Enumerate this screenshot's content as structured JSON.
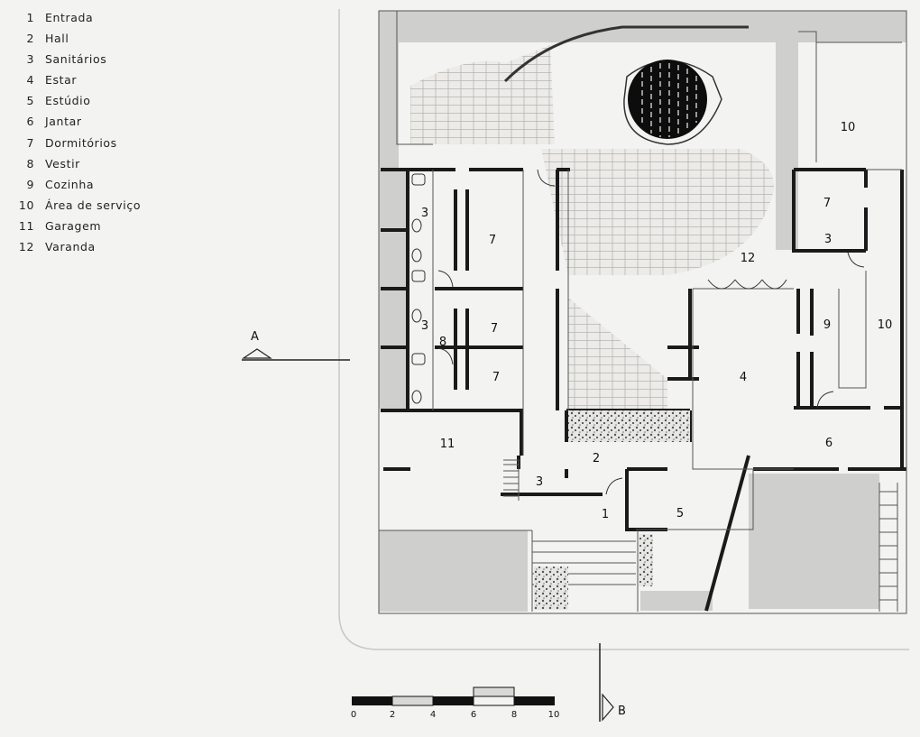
{
  "legend": [
    {
      "num": "1",
      "label": "Entrada"
    },
    {
      "num": "2",
      "label": "Hall"
    },
    {
      "num": "3",
      "label": "Sanitários"
    },
    {
      "num": "4",
      "label": "Estar"
    },
    {
      "num": "5",
      "label": "Estúdio"
    },
    {
      "num": "6",
      "label": "Jantar"
    },
    {
      "num": "7",
      "label": "Dormitórios"
    },
    {
      "num": "8",
      "label": "Vestir"
    },
    {
      "num": "9",
      "label": "Cozinha"
    },
    {
      "num": "10",
      "label": "Área de serviço"
    },
    {
      "num": "11",
      "label": "Garagem"
    },
    {
      "num": "12",
      "label": "Varanda"
    }
  ],
  "plan": {
    "rooms": {
      "entrada": "1",
      "hall": "2",
      "sanitario_bedrooms_upper": "3",
      "sanitario_bedrooms_lower": "3",
      "sanitario_hall": "3",
      "sanitario_service": "3",
      "estar": "4",
      "estudio": "5",
      "jantar": "6",
      "dormitorio_1": "7",
      "dormitorio_2": "7",
      "dormitorio_3": "7",
      "dormitorio_service": "7",
      "vestir": "8",
      "cozinha": "9",
      "area_servico_upper": "10",
      "area_servico_lower": "10",
      "garagem": "11",
      "varanda": "12"
    },
    "section_marks": {
      "a": "A",
      "b": "B"
    }
  },
  "scale_bar": {
    "ticks": [
      "0",
      "2",
      "4",
      "6",
      "8",
      "10"
    ]
  },
  "colors": {
    "ink": "#111111",
    "wall": "#1a1a1a",
    "shade": "#cfcfcd",
    "paper": "#f3f3f1",
    "paving": "#b5b5b3"
  }
}
